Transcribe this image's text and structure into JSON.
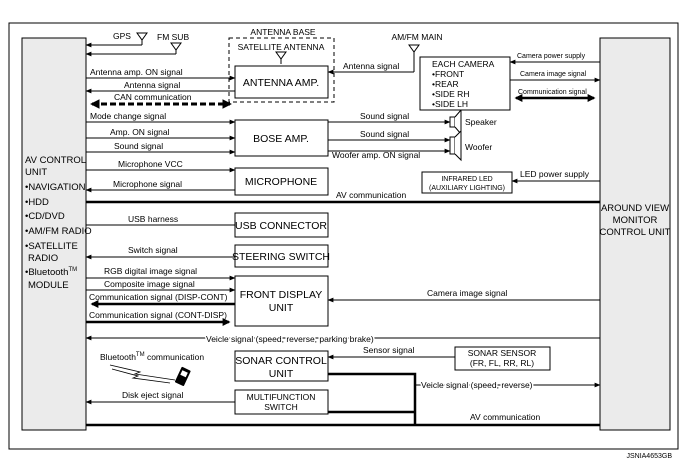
{
  "units": {
    "av_control": {
      "lines": [
        "AV CONTROL",
        "UNIT",
        "•NAVIGATION",
        "•HDD",
        "•CD/DVD",
        "•AM/FM RADIO",
        "•SATELLITE",
        "RADIO"
      ],
      "bluetooth_line": "•Bluetooth",
      "bluetooth_tm": "TM",
      "module": "MODULE"
    },
    "around_view": [
      "AROUND VIEW",
      "MONITOR",
      "CONTROL UNIT"
    ]
  },
  "antennas": {
    "gps": "GPS",
    "fm_sub": "FM SUB",
    "am_fm_main": "AM/FM MAIN",
    "antenna_base": "ANTENNA BASE",
    "satellite_antenna": "SATELLITE ANTENNA"
  },
  "boxes": {
    "antenna_amp": "ANTENNA AMP.",
    "bose_amp": "BOSE AMP.",
    "microphone": "MICROPHONE",
    "usb_connector": "USB CONNECTOR",
    "steering_switch": "STEERING SWITCH",
    "front_display": [
      "FRONT DISPLAY",
      "UNIT"
    ],
    "sonar_control": [
      "SONAR CONTROL",
      "UNIT"
    ],
    "multifunction": [
      "MULTIFUNCTION",
      "SWITCH"
    ],
    "each_camera": [
      "EACH CAMERA",
      "•FRONT",
      "•REAR",
      "•SIDE RH",
      "•SIDE LH"
    ],
    "infrared_led": [
      "INFRARED LED",
      "(AUXILIARY LIGHTING)"
    ],
    "sonar_sensor": [
      "SONAR SENSOR",
      "(FR, FL, RR, RL)"
    ]
  },
  "devices": {
    "speaker": "Speaker",
    "woofer": "Woofer"
  },
  "signals": {
    "antenna_amp_on": "Antenna amp. ON signal",
    "antenna_signal_left": "Antenna signal",
    "antenna_signal_right": "Antenna signal",
    "can_communication": "CAN communication",
    "mode_change": "Mode change signal",
    "amp_on": "Amp. ON signal",
    "sound_left": "Sound signal",
    "sound_speaker": "Sound signal",
    "sound_woofer": "Sound signal",
    "woofer_amp_on": "Woofer amp. ON signal",
    "microphone_vcc": "Microphone VCC",
    "microphone_signal": "Microphone signal",
    "av_communication_top": "AV communication",
    "usb_harness": "USB harness",
    "switch_signal": "Switch signal",
    "rgb_digital": "RGB digital image signal",
    "composite_image": "Composite image signal",
    "comm_disp_cont": "Communication signal (DISP-CONT)",
    "comm_cont_disp": "Communication signal (CONT-DISP)",
    "camera_image_front": "Camera image signal",
    "vehicle_signal_full": "Veicle signal (speed, reverse, parking brake)",
    "bluetooth_comm": "Bluetooth",
    "bluetooth_comm_tm": "TM",
    "bluetooth_comm_rest": " communication",
    "sensor_signal": "Sensor signal",
    "vehicle_signal_short": "Veicle signal (speed, reverse)",
    "disk_eject": "Disk eject signal",
    "av_communication_bottom": "AV communication",
    "camera_power_supply": "Camera power supply",
    "camera_image_each": "Camera image signal",
    "communication_signal": "Communication signal",
    "led_power_supply": "LED power supply"
  },
  "figure_id": "JSNIA4653GB"
}
